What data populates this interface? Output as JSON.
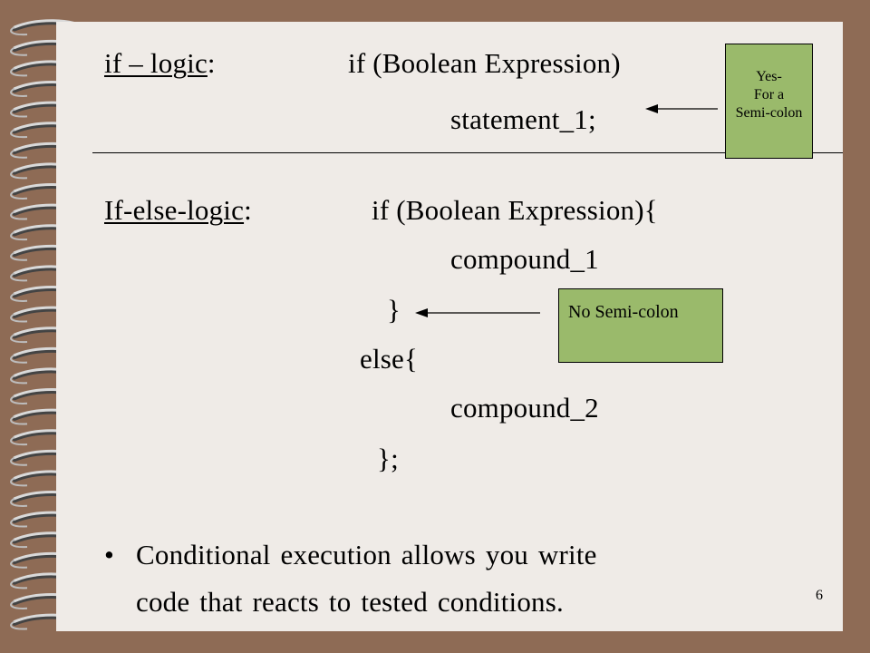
{
  "if_section": {
    "label": "if – logic",
    "label_suffix": ":",
    "condition": "if (Boolean Expression)",
    "statement": "statement_1;"
  },
  "if_else_section": {
    "label": "If-else-logic",
    "label_suffix": ":",
    "condition": "if (Boolean Expression){",
    "compound_1": "compound_1",
    "close_brace": "}",
    "else": "else{",
    "compound_2": "compound_2",
    "end": "};"
  },
  "bullet": {
    "marker": "•",
    "line_1": "Conditional execution allows you write",
    "line_2": "code that reacts to tested conditions."
  },
  "callouts": {
    "yes": {
      "line_1": "Yes-",
      "line_2": "For a",
      "line_3": "Semi-colon"
    },
    "no": {
      "text": "No Semi-colon"
    }
  },
  "slide_number": "6",
  "colors": {
    "background": "#8e6b55",
    "slide": "#efebe7",
    "callout": "#9aba6b"
  }
}
